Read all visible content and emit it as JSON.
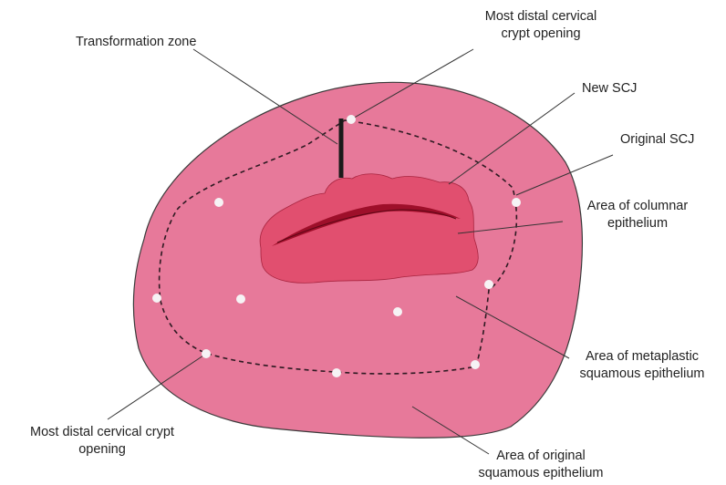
{
  "colors": {
    "cervix_fill": "#e7799a",
    "cervix_stroke": "#3a3a3a",
    "columnar_fill": "#e14f6f",
    "os_slit": "#9e0f2a",
    "boundary_dash": "#2e1a22",
    "crypt_opening": "#f6f3f5",
    "leader_line": "#333333",
    "tz_bar": "#1a1a1a"
  },
  "labels": {
    "transformation_zone": "Transformation zone",
    "distal_crypt_top": "Most distal cervical\ncrypt opening",
    "new_scj": "New SCJ",
    "original_scj": "Original SCJ",
    "columnar": "Area of columnar\nepithelium",
    "metaplastic": "Area of metaplastic\nsquamous epithelium",
    "distal_crypt_bottom": "Most distal cervical crypt\nopening",
    "original_squamous": "Area of original\nsquamous epithelium"
  }
}
